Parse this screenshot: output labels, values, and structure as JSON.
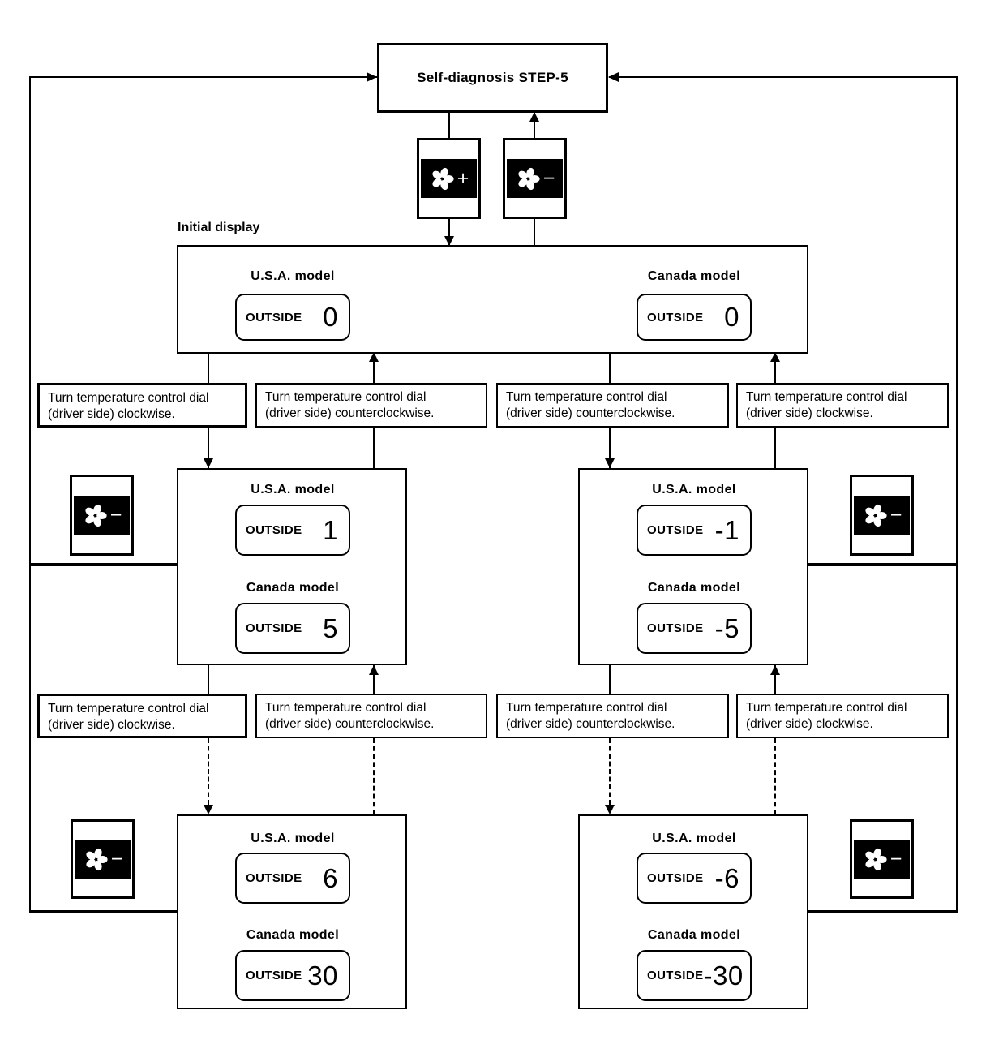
{
  "title": "Self-diagnosis STEP-5",
  "initial_display_caption": "Initial display",
  "labels": {
    "usa_model": "U.S.A. model",
    "canada_model": "Canada model",
    "outside": "OUTSIDE"
  },
  "instructions": {
    "clockwise": {
      "line1": "Turn temperature control dial",
      "line2": "(driver side) clockwise."
    },
    "counterclockwise": {
      "line1": "Turn temperature control dial",
      "line2": "(driver side) counterclockwise."
    }
  },
  "states": {
    "initial": {
      "usa": "0",
      "canada": "0"
    },
    "mid_left": {
      "usa": "1",
      "canada": "5"
    },
    "mid_right": {
      "usa": "-1",
      "canada": "-5"
    },
    "bottom_left": {
      "usa": "6",
      "canada": "30"
    },
    "bottom_right": {
      "usa": "-6",
      "canada": "-30"
    }
  },
  "fan_buttons": {
    "plus": "+",
    "minus": "−"
  },
  "colors": {
    "ink": "#000000",
    "paper": "#ffffff"
  }
}
